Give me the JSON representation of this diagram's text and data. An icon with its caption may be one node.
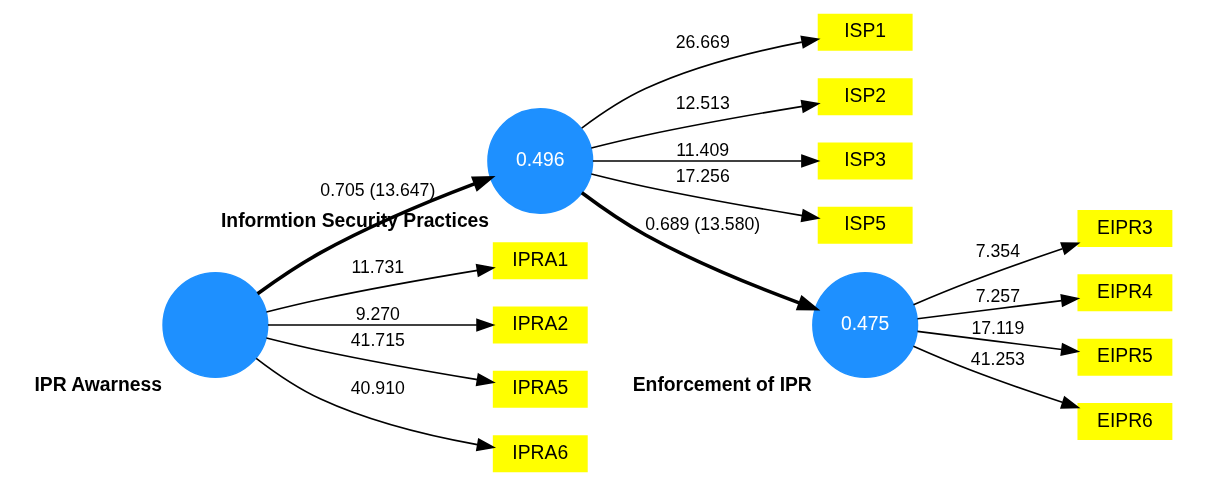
{
  "diagram": {
    "nodes": [
      {
        "text": [
          "ISP1"
        ]
      },
      {
        "text": [
          "ISP2"
        ]
      },
      {
        "text": [
          "ISP3"
        ]
      },
      {
        "text": [
          "ISP5"
        ]
      },
      {
        "text": [
          "0.496"
        ],
        "beside": [
          "Informtion Security Practices"
        ]
      },
      {
        "text": [
          "IPRA1"
        ]
      },
      {
        "text": [
          "IPRA2"
        ]
      },
      {
        "text": [
          "IPRA5"
        ]
      },
      {
        "text": [
          "IPRA6"
        ]
      },
      {
        "text": [],
        "shape": "circle",
        "beside": [
          "IPR Awarness"
        ]
      },
      {
        "text": [
          "0.475"
        ],
        "beside": [
          "Enforcement of IPR"
        ]
      },
      {
        "text": [
          "EIPR3"
        ]
      },
      {
        "text": [
          "EIPR4"
        ]
      },
      {
        "text": [
          "EIPR5"
        ]
      },
      {
        "text": [
          "EIPR6"
        ]
      }
    ],
    "edges": [
      {
        "from": 4,
        "to": 0,
        "arrow": "to",
        "label": "26.669"
      },
      {
        "from": 4,
        "to": 1,
        "arrow": "to",
        "label": "12.513"
      },
      {
        "from": 4,
        "to": 2,
        "arrow": "to",
        "label": "11.409"
      },
      {
        "from": 4,
        "to": 3,
        "arrow": "to",
        "label": "17.256"
      },
      {
        "from": 9,
        "to": 5,
        "arrow": "to",
        "label": "11.731"
      },
      {
        "from": 9,
        "to": 6,
        "arrow": "to",
        "label": "9.270"
      },
      {
        "from": 9,
        "to": 7,
        "arrow": "to",
        "label": "41.715"
      },
      {
        "from": 9,
        "to": 8,
        "arrow": "to",
        "label": "40.910"
      },
      {
        "from": 9,
        "to": 4,
        "arrow": "to",
        "label": "0.705 (13.647)",
        "style": "thick"
      },
      {
        "from": 4,
        "to": 10,
        "arrow": "to",
        "label": "0.689 (13.580)",
        "style": "thick"
      },
      {
        "from": 10,
        "to": 11,
        "arrow": "to",
        "label": "7.354"
      },
      {
        "from": 10,
        "to": 12,
        "arrow": "to",
        "label": "7.257"
      },
      {
        "from": 10,
        "to": 13,
        "arrow": "to",
        "label": "17.119"
      },
      {
        "from": 10,
        "to": 14,
        "arrow": "to",
        "label": "41.253"
      }
    ]
  }
}
